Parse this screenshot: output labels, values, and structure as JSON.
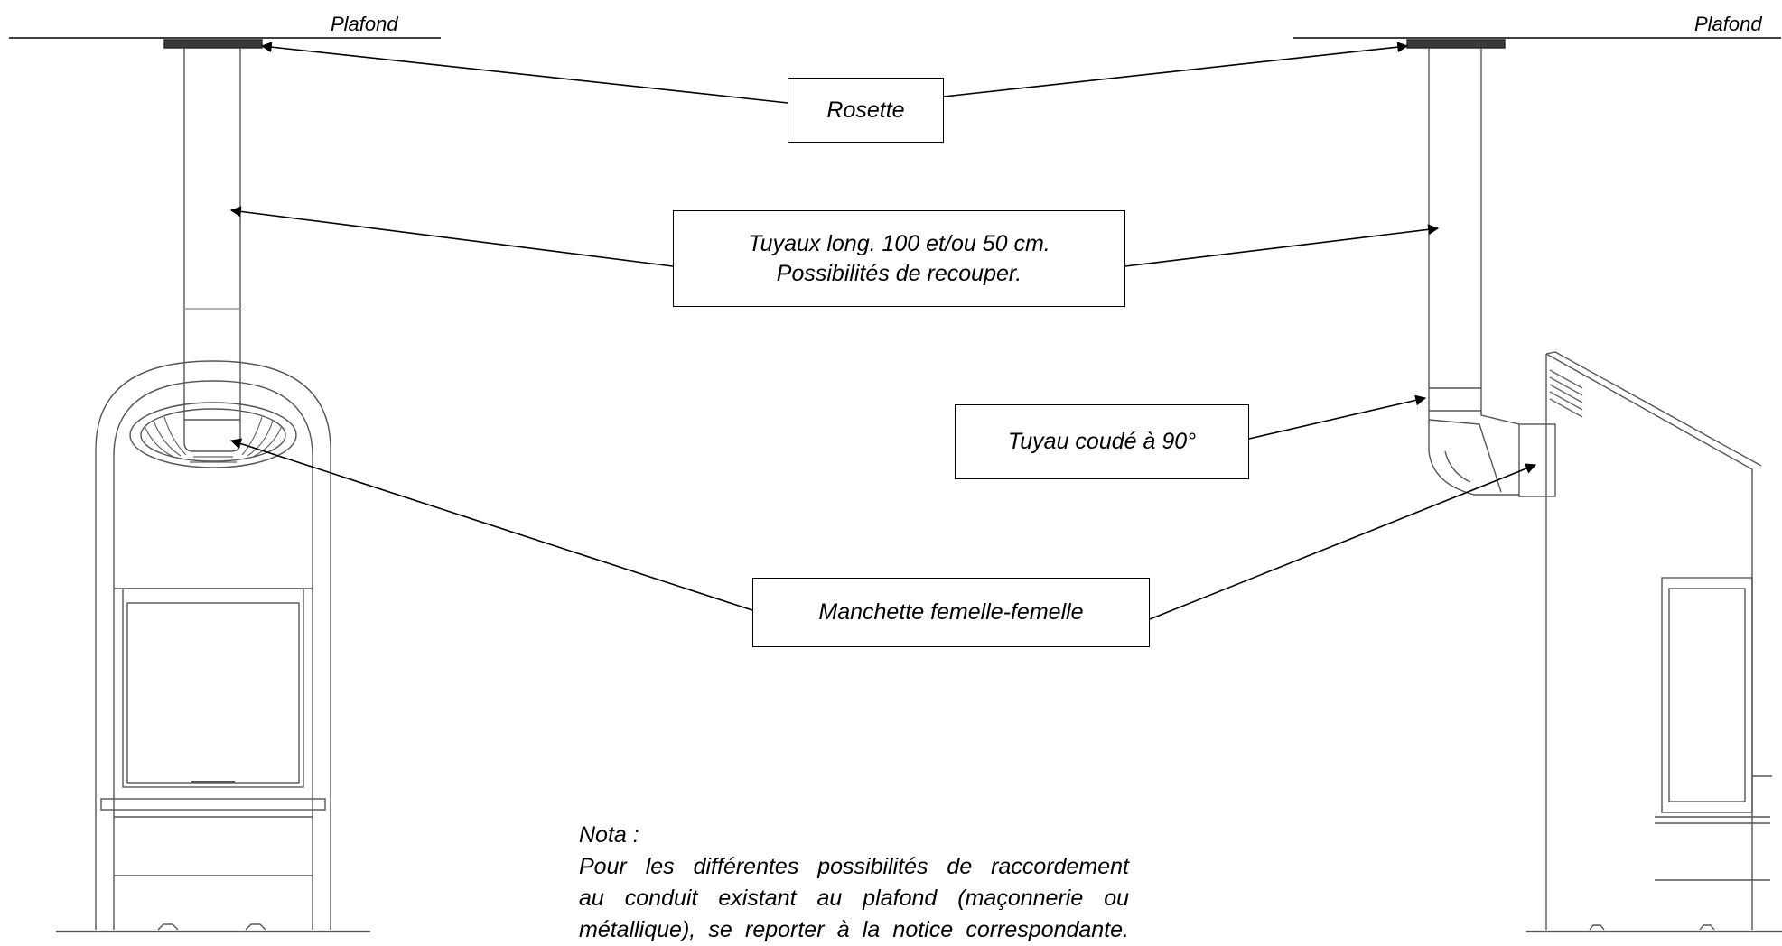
{
  "labels": {
    "ceiling_left": "Plafond",
    "ceiling_right": "Plafond",
    "rosette": "Rosette",
    "pipes_line1": "Tuyaux long. 100 et/ou 50 cm.",
    "pipes_line2": "Possibilités de recouper.",
    "elbow": "Tuyau coudé à 90°",
    "sleeve": "Manchette femelle-femelle"
  },
  "note": {
    "title": "Nota :",
    "line1": "Pour les différentes possibilités de raccordement",
    "line2": "au conduit existant au plafond (maçonnerie ou",
    "line3": "métallique), se reporter à la notice correspondante."
  },
  "colors": {
    "line": "#000000",
    "drawing": "#444444",
    "background": "#ffffff"
  }
}
